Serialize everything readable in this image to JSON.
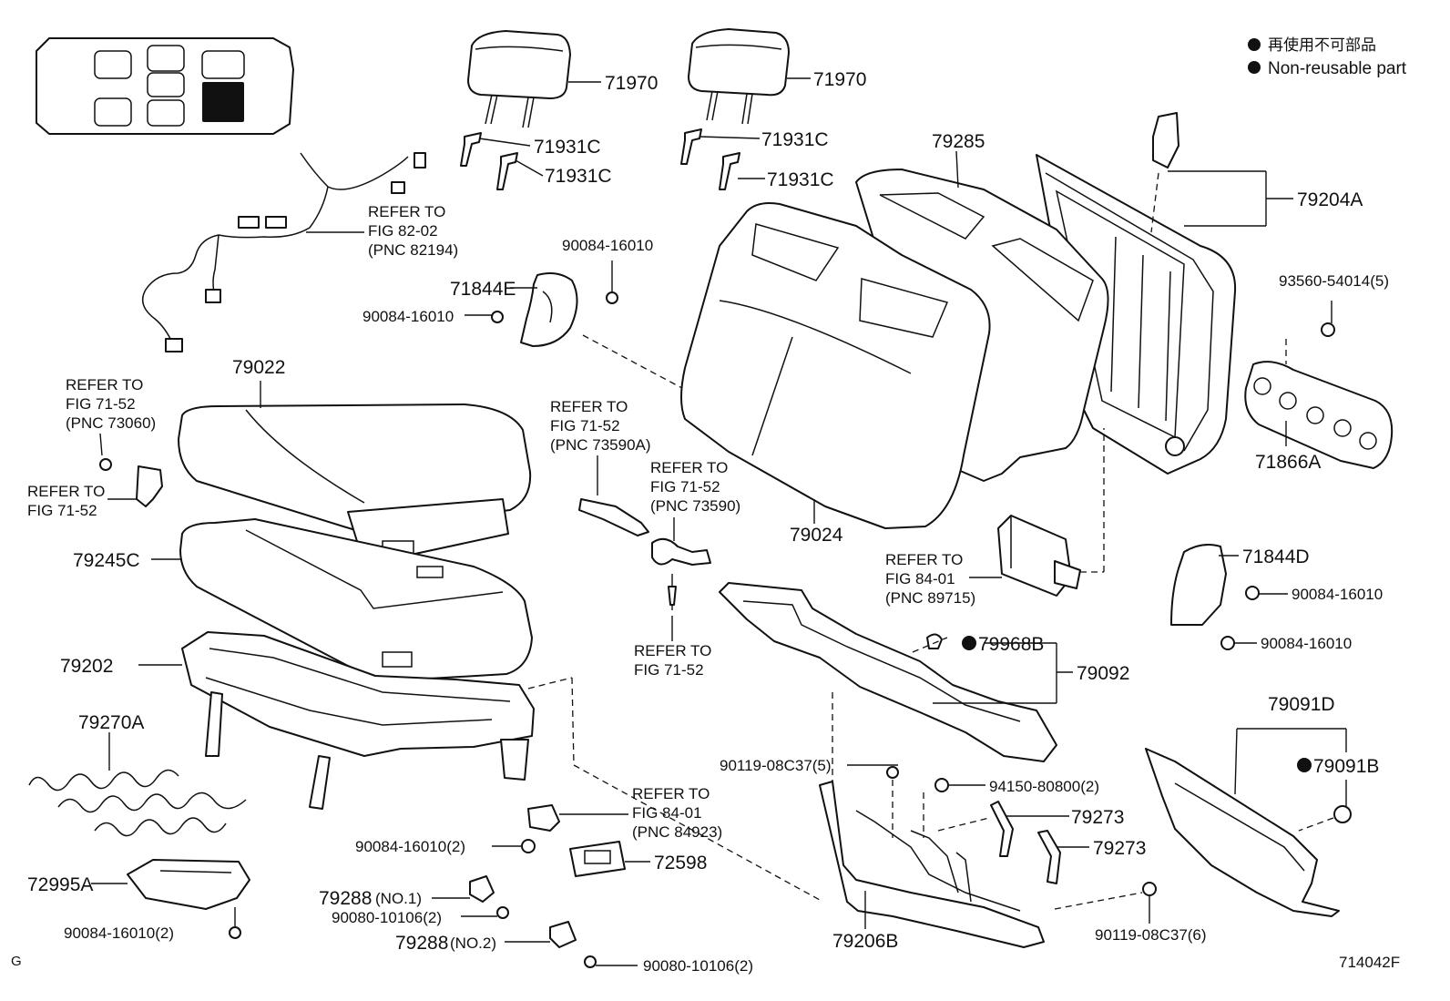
{
  "legend": {
    "line1": "再使用不可部品",
    "line2": "Non-reusable part"
  },
  "figure_code": "714042F",
  "corner_mark": "G",
  "parts": {
    "p71970a": "71970",
    "p71970b": "71970",
    "p71931c_1": "71931C",
    "p71931c_2": "71931C",
    "p71931c_3": "71931C",
    "p71931c_4": "71931C",
    "p79285": "79285",
    "p79204a": "79204A",
    "p93560": "93560-54014(5)",
    "p71866a": "71866A",
    "p90084_top": "90084-16010",
    "p71844e": "71844E",
    "p90084_left": "90084-16010",
    "p79022": "79022",
    "p79024": "79024",
    "p79245c": "79245C",
    "p79202": "79202",
    "p79270a": "79270A",
    "p72995a": "72995A",
    "p90084_bottom": "90084-16010(2)",
    "p90084_mid": "90084-16010(2)",
    "p72598": "72598",
    "p79288_1": "79288",
    "p79288_1_note": "(NO.1)",
    "p90080_a": "90080-10106(2)",
    "p79288_2": "79288",
    "p79288_2_note": "(NO.2)",
    "p90080_b": "90080-10106(2)",
    "p71844d": "71844D",
    "p90084_r1": "90084-16010",
    "p90084_r2": "90084-16010",
    "p79968b": "79968B",
    "p79092": "79092",
    "p90119_a": "90119-08C37(5)",
    "p94150": "94150-80800(2)",
    "p79273a": "79273",
    "p79273b": "79273",
    "p79206b": "79206B",
    "p90119_b": "90119-08C37(6)",
    "p79091d": "79091D",
    "p79091b": "79091B"
  },
  "refs": {
    "r1": [
      "REFER TO",
      "FIG 82-02",
      "(PNC 82194)"
    ],
    "r2": [
      "REFER TO",
      "FIG 71-52",
      "(PNC 73060)"
    ],
    "r3": [
      "REFER TO",
      "FIG 71-52"
    ],
    "r4": [
      "REFER TO",
      "FIG 71-52",
      "(PNC 73590A)"
    ],
    "r5": [
      "REFER TO",
      "FIG 71-52",
      "(PNC 73590)"
    ],
    "r6": [
      "REFER TO",
      "FIG 71-52"
    ],
    "r7": [
      "REFER TO",
      "FIG 84-01",
      "(PNC 89715)"
    ],
    "r8": [
      "REFER TO",
      "FIG 84-01",
      "(PNC 84923)"
    ]
  }
}
